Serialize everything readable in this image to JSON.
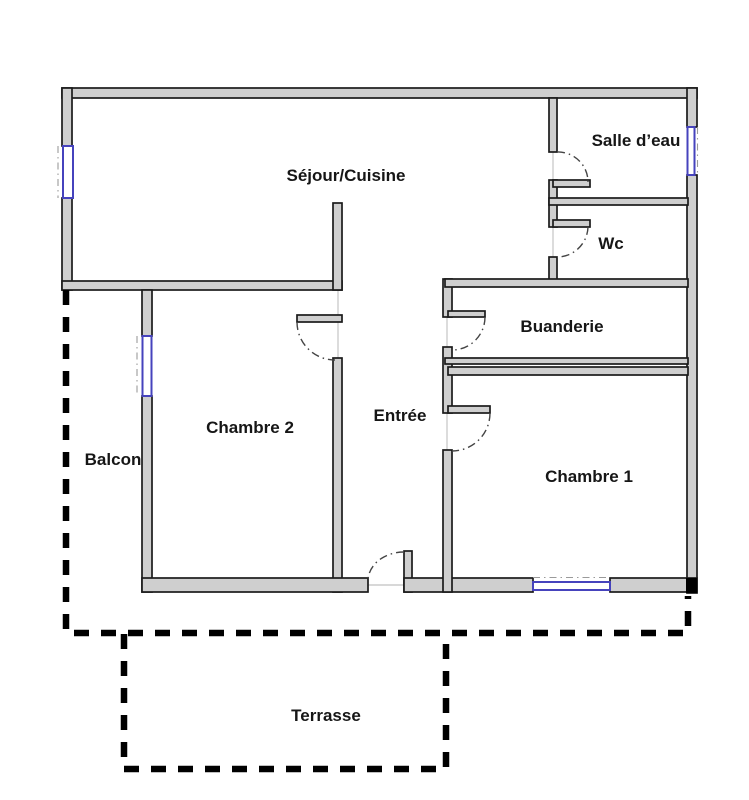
{
  "diagram": {
    "type": "floor-plan",
    "colors": {
      "background": "#ffffff",
      "wall_fill": "#cfcfcf",
      "wall_stroke": "#1b1b1b",
      "window_accent": "#4643bd",
      "outdoor_dash": "#000000",
      "door_arc": "#444444",
      "jamb": "#cccccc",
      "label_text": "#161616"
    },
    "rooms": [
      {
        "id": "sejour-cuisine",
        "label": "Séjour/Cuisine"
      },
      {
        "id": "salle-deau",
        "label": "Salle d’eau"
      },
      {
        "id": "wc",
        "label": "Wc"
      },
      {
        "id": "buanderie",
        "label": "Buanderie"
      },
      {
        "id": "entree",
        "label": "Entrée"
      },
      {
        "id": "chambre-2",
        "label": "Chambre 2"
      },
      {
        "id": "chambre-1",
        "label": "Chambre 1"
      }
    ],
    "outdoor_areas": [
      {
        "id": "balcon",
        "label": "Balcon"
      },
      {
        "id": "terrasse",
        "label": "Terrasse"
      }
    ]
  }
}
